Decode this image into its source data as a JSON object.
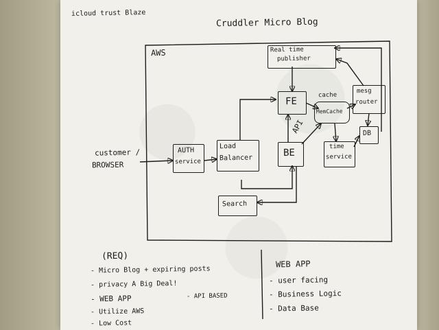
{
  "corner_note": "icloud trust Blaze",
  "title": "Cruddler Micro Blog",
  "diagram": {
    "region_label": "AWS",
    "nodes": {
      "customer": [
        "customer /",
        "BROWSER"
      ],
      "auth": [
        "AUTH",
        "service"
      ],
      "load_balancer": [
        "Load",
        "Balancer"
      ],
      "fe": "FE",
      "be": "BE",
      "search": "Search",
      "realtime": [
        "Real time",
        "publisher"
      ],
      "memcache_tag": "cache",
      "memcache": "MemCache",
      "mesg_router": [
        "mesg",
        "router"
      ],
      "time_service": [
        "time",
        "service"
      ],
      "db": "DB"
    },
    "edge_labels": {
      "api": "API"
    }
  },
  "req": {
    "heading": "(REQ)",
    "items": [
      "- Micro Blog + expiring posts",
      "- privacy A Big Deal!",
      "- WEB APP",
      "- Utilize AWS",
      "- Low Cost"
    ],
    "note": "- API BASED"
  },
  "webapp": {
    "heading": "WEB APP",
    "items": [
      "- user facing",
      "- Business Logic",
      "- Data Base"
    ]
  }
}
